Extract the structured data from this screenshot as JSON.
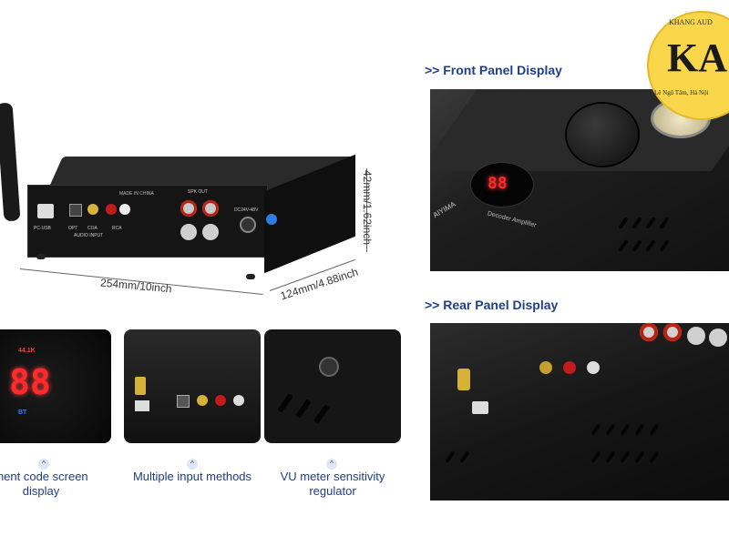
{
  "dimensions": {
    "width": "254mm/10inch",
    "depth": "124mm/4.88inch",
    "height": "42mm/1.62inch"
  },
  "panels": {
    "front_title": ">> Front  Panel Display",
    "rear_title": ">> Rear Panel Display"
  },
  "features": [
    {
      "caption_line1": "ment code screen",
      "caption_line2": "display"
    },
    {
      "caption_line1": "Multiple input methods",
      "caption_line2": ""
    },
    {
      "caption_line1": "VU meter sensitivity",
      "caption_line2": "regulator"
    }
  ],
  "device": {
    "label_made": "MADE IN CHINA",
    "label_brand": "AIYIMA",
    "label_decoder": "Decoder Amplifier",
    "label_audio_input": "AUDIO INPUT",
    "label_pc_usb": "PC-USB",
    "label_opt": "OPT",
    "label_coa": "COA",
    "label_rca": "RCA",
    "label_spk_out": "SPK OUT",
    "label_power": "DC24V-48V",
    "display_digits": "88",
    "display_front": "88",
    "display_sub_top": "44.1K",
    "display_sub_bottom": "BT"
  },
  "logo": {
    "text": "KA",
    "ring_text": "KHANG AUD",
    "sub_text": "Lê Ngũ Tâm, Hà Nội"
  },
  "colors": {
    "caption": "#1f3d8a",
    "led": "#ff2a2a"
  }
}
